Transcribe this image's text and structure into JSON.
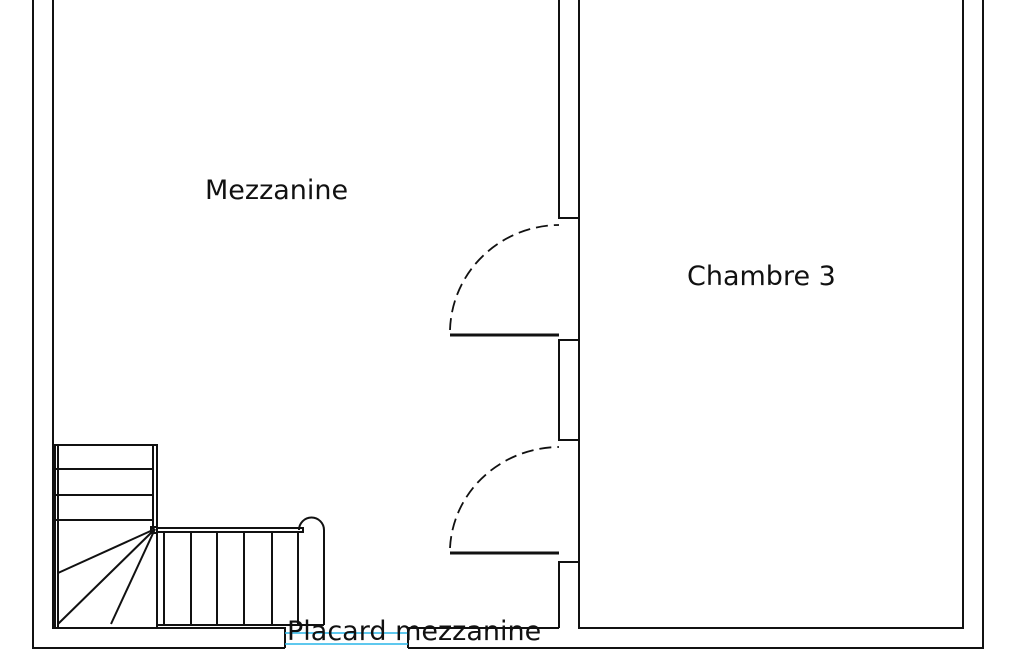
{
  "rooms": {
    "mezzanine": "Mezzanine",
    "chambre3": "Chambre 3",
    "placard": "Placard mezzanine"
  },
  "colors": {
    "wall": "#111111",
    "highlight": "#29b6e8"
  }
}
